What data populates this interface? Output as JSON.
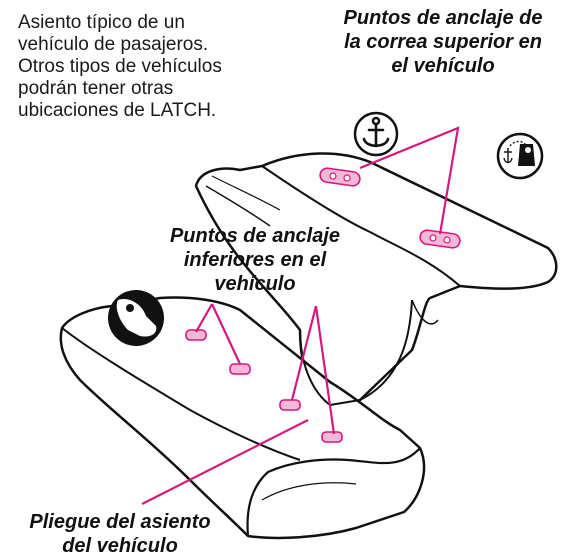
{
  "description_text": "Asiento típico de un\nvehículo de pasajeros.\nOtros tipos de vehículos\npodrán tener otras\nubicaciones de LATCH.",
  "labels": {
    "top_tether": "Puntos de anclaje de\nla correa superior en\nel vehículo",
    "lower_anchors": "Puntos de anclaje\ninferiores en el\nvehículo",
    "seat_crease": "Pliegue del asiento\ndel vehículo"
  },
  "icons": {
    "tether_anchor": "anchor-icon",
    "tether_seat": "child-seat-tether-icon",
    "lower_anchor": "child-seat-lower-anchor-icon"
  },
  "colors": {
    "callout": "#d6177e",
    "anchor_fill": "#f3b9d6",
    "outline": "#111111"
  }
}
